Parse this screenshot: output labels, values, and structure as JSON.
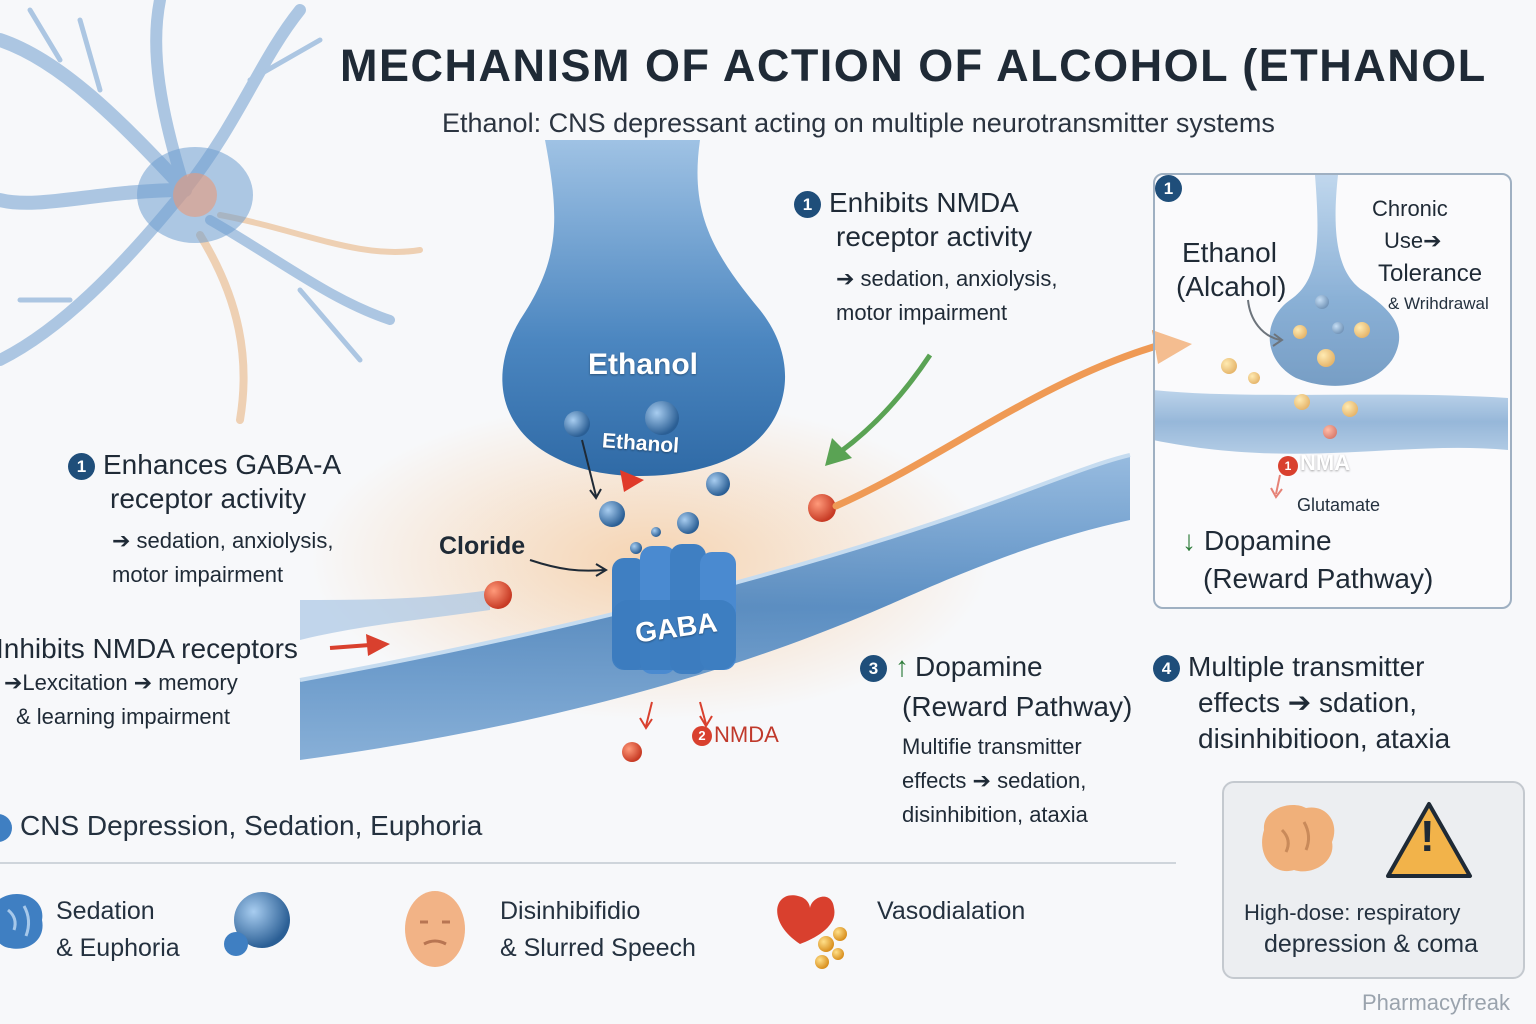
{
  "title": "MECHANISM OF ACTION OF ALCOHOL (ETHANOL",
  "subtitle": "Ethanol: CNS depressant acting on multiple neurotransmitter systems",
  "main_diagram": {
    "ethanol_label": "Ethanol",
    "ethanol_small_label": "Ethanol",
    "chloride_label": "Cloride",
    "gaba_label": "GABA",
    "nmda_label": "NMDA",
    "nmda_marker": "2"
  },
  "points": {
    "gaba": {
      "number": "1",
      "heading_line1": "Enhances GABA-A",
      "heading_line2": "receptor activity",
      "effects_line1": "➔ sedation, anxiolysis,",
      "effects_line2": "motor impairment"
    },
    "nmda_top": {
      "number": "1",
      "heading_line1": "Enhibits NMDA",
      "heading_line2": "receptor activity",
      "effects_line1": "➔ sedation, anxiolysis,",
      "effects_line2": "motor impairment"
    },
    "nmda_left": {
      "heading": "Inhibits NMDA receptors",
      "line1": "➔Lexcitation ➔ memory",
      "line2": "& learning impairment"
    },
    "dopamine": {
      "number": "3",
      "arrow": "↑",
      "heading": "Dopamine",
      "sub": "(Reward Pathway)",
      "line1": "Multifie transmitter",
      "line2": "effects ➔ sedation,",
      "line3": "disinhibition, ataxia"
    },
    "multiple": {
      "number": "4",
      "line1": "Multiple transmitter",
      "line2": "effects ➔ sdation,",
      "line3": "disinhibitioon, ataxia"
    }
  },
  "inset": {
    "number": "1",
    "ethanol_line1": "Ethanol",
    "ethanol_line2": "(Alcahol)",
    "chronic_line1": "Chronic",
    "chronic_line2": "Use➔",
    "chronic_line3": "Tolerance",
    "chronic_line4": "& Wrihdrawal",
    "nma_label": "NMA",
    "nma_marker": "1",
    "glutamate_label": "Glutamate",
    "dopamine_arrow": "↓",
    "dopamine_label": "Dopamine",
    "reward_label": "(Reward Pathway)"
  },
  "cns": {
    "label": "CNS Depression,  Sedation, Euphoria"
  },
  "effects": [
    {
      "icon": "brain-icon",
      "line1": "Sedation",
      "line2": "& Euphoria"
    },
    {
      "icon": "blue-sphere-icon",
      "line1": "",
      "line2": ""
    },
    {
      "icon": "face-icon",
      "line1": "Disinhibifidio",
      "line2": "& Slurred Speech"
    },
    {
      "icon": "heart-icon",
      "line1": "Vasodialation",
      "line2": ""
    }
  ],
  "warning": {
    "line1": "High-dose:  respiratory",
    "line2": "depression & coma",
    "warning_symbol": "!"
  },
  "watermark": "Pharmacyfreak",
  "colors": {
    "membrane": "#5b8fc4",
    "terminal": "#4a85bf",
    "accent_red": "#d9402e",
    "accent_orange": "#f0a15a",
    "accent_green": "#4f9a4a",
    "badge": "#1f4e7a"
  }
}
